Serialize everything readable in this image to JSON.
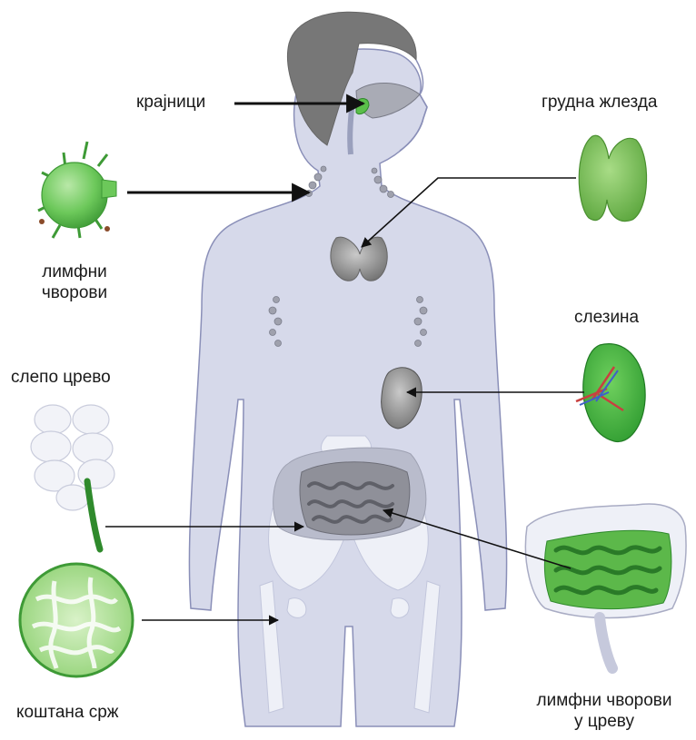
{
  "diagram": {
    "labels": {
      "tonsils": "крајници",
      "thymus": "грудна жлезда",
      "lymph_nodes_line1": "лимфни",
      "lymph_nodes_line2": "чворови",
      "spleen": "слезина",
      "appendix": "слепо црево",
      "bone_marrow": "коштана срж",
      "gut_nodes_line1": "лимфни чворови",
      "gut_nodes_line2": "у цреву"
    },
    "colors": {
      "body": "#d6d9ea",
      "body_outline": "#8a8fb8",
      "head_hair": "#7b7b7b",
      "organ_gray": "#8c8c8c",
      "bone": "#eef0f7",
      "green": "#5bbf4a",
      "green_dark": "#2f8a2c",
      "arrow": "#111111"
    }
  }
}
